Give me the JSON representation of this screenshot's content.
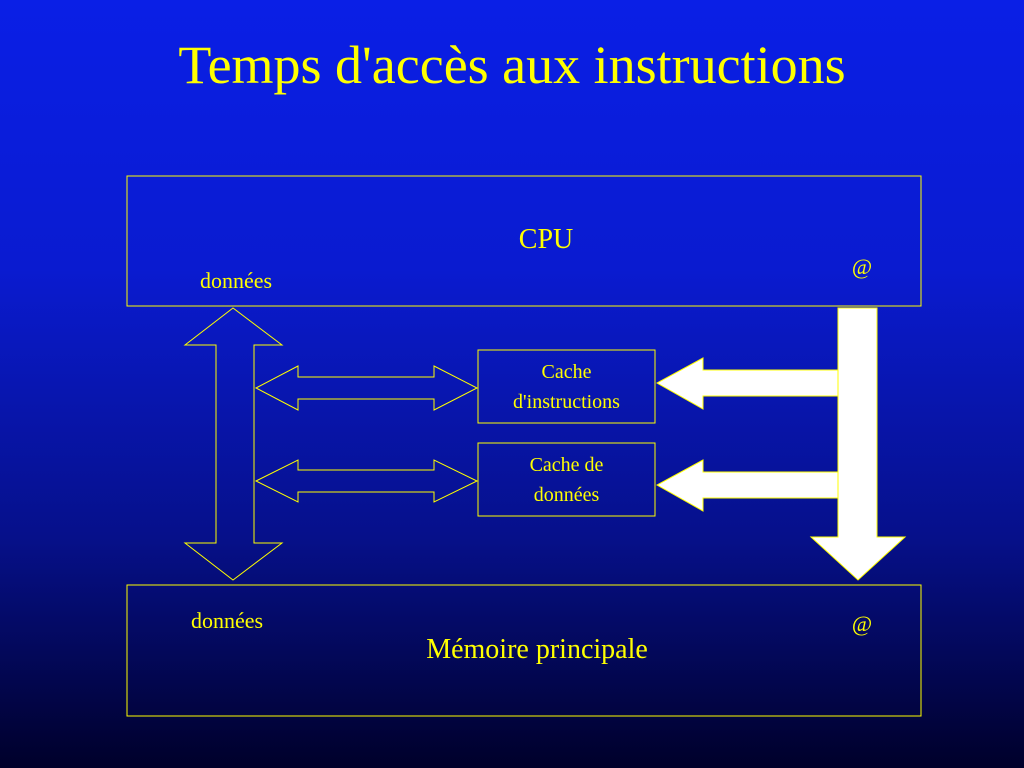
{
  "title": "Temps d'accès aux instructions",
  "cpu": {
    "label": "CPU",
    "data_label": "données",
    "address_label": "@"
  },
  "memory": {
    "label": "Mémoire principale",
    "data_label": "données",
    "address_label": "@"
  },
  "instruction_cache": {
    "line1": "Cache",
    "line2": "d'instructions"
  },
  "data_cache": {
    "line1": "Cache de",
    "line2": "données"
  },
  "colors": {
    "accent": "#ffff00",
    "arrow_fill": "#ffffff",
    "background_top": "#0a1fe6",
    "background_bottom": "#00002a"
  }
}
